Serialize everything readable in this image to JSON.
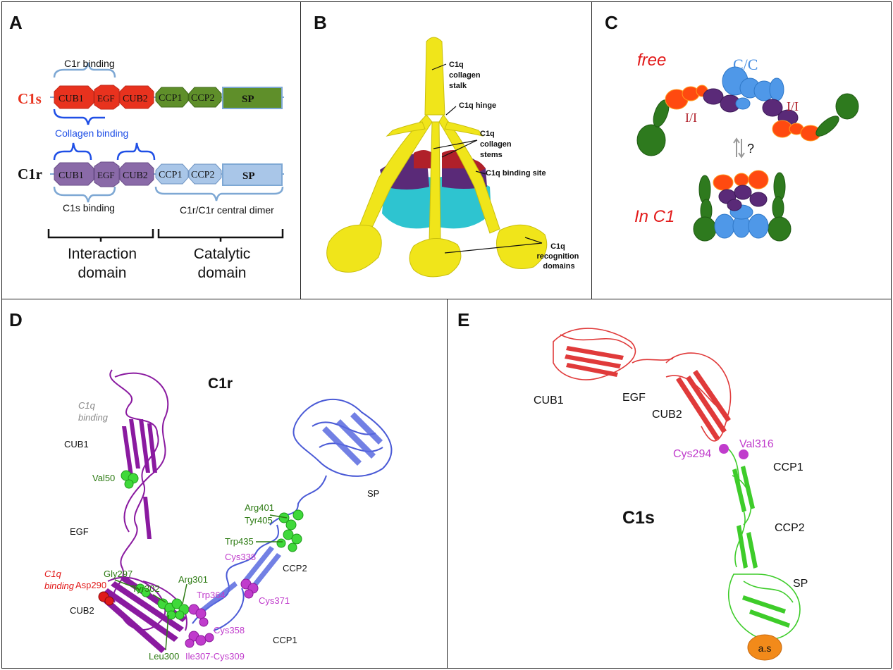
{
  "panels": {
    "A": {
      "label": "A",
      "c1r_binding_top": "C1r   binding",
      "c1s_name": "C1s",
      "c1s_domains": [
        "CUB1",
        "EGF",
        "CUB2",
        "CCP1",
        "CCP2",
        "SP"
      ],
      "collagen_binding": "Collagen binding",
      "c1r_name": "C1r",
      "c1r_domains": [
        "CUB1",
        "EGF",
        "CUB2",
        "CCP1",
        "CCP2",
        "SP"
      ],
      "c1s_binding_bottom": "C1s   binding",
      "central_dimer": "C1r/C1r central dimer",
      "interaction_domain": [
        "Interaction",
        "domain"
      ],
      "catalytic_domain": [
        "Catalytic",
        "domain"
      ]
    },
    "B": {
      "label": "B",
      "collagen_stalk": [
        "C1q",
        "collagen",
        "stalk"
      ],
      "hinge": "C1q hinge",
      "collagen_stems": [
        "C1q",
        "collagen",
        "stems"
      ],
      "binding_site": "C1q binding site",
      "recognition": [
        "C1q",
        "recognition",
        "domains"
      ]
    },
    "C": {
      "label": "C",
      "free": "free",
      "cc": "C/C",
      "ii_left": "I/I",
      "ii_right": "I/I",
      "question": "?",
      "in_c1": "In C1"
    },
    "D": {
      "label": "D",
      "title": "C1r",
      "c1q_binding_top": [
        "C1q",
        "binding"
      ],
      "cub1": "CUB1",
      "val50": "Val50",
      "egf": "EGF",
      "c1q_binding_bottom": [
        "C1q",
        "binding"
      ],
      "asp290": "Asp290",
      "gly297": "Gly297",
      "tyr302": "Tyr302",
      "arg301": "Arg301",
      "cub2": "CUB2",
      "trp364": "Trp364",
      "cys358": "Cys358",
      "leu300": "Leu300",
      "ile307": "Ile307-Cys309",
      "ccp1": "CCP1",
      "cys338": "Cys338",
      "cys371": "Cys371",
      "trp435": "Trp435",
      "arg401": "Arg401",
      "tyr405": "Tyr405",
      "ccp2": "CCP2",
      "sp": "SP"
    },
    "E": {
      "label": "E",
      "cub1": "CUB1",
      "egf": "EGF",
      "cub2": "CUB2",
      "cys294": "Cys294",
      "val316": "Val316",
      "ccp1": "CCP1",
      "title": "C1s",
      "ccp2": "CCP2",
      "sp": "SP",
      "as": "a.s"
    }
  },
  "colors": {
    "c1s_red": "#e8321e",
    "c1s_green": "#5f8f2a",
    "c1r_purple": "#8a6aa8",
    "c1r_blue": "#a9c6e8",
    "c1q_yellow": "#f0e51a",
    "cyan": "#2ec4d0",
    "magenta": "#c03ccc",
    "green_atoms": "#3fd93a",
    "text_green": "#2c7a12",
    "text_red": "#e21a1a"
  }
}
